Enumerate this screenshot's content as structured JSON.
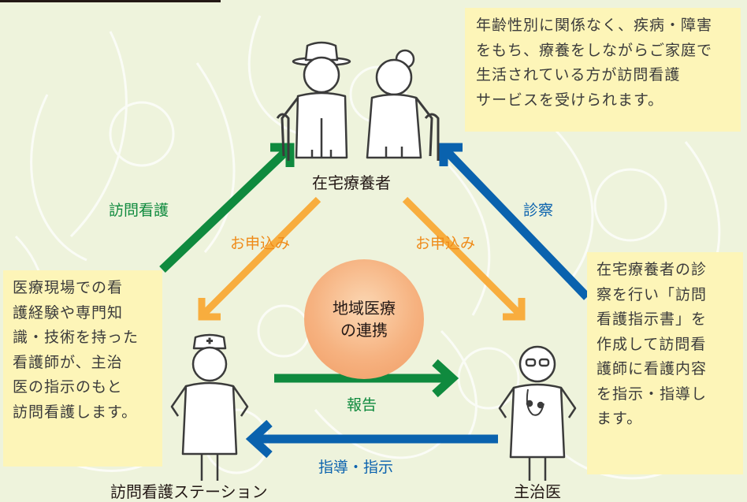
{
  "colors": {
    "background": "#eef3dc",
    "note_fill": "#fdf5b8",
    "green_arrow": "#0f8a3e",
    "blue_arrow": "#0a62ae",
    "orange_arrow": "#f8ad3e",
    "center_circle": "#f4a673"
  },
  "nodes": {
    "patient": "在宅療養者",
    "station": "訪問看護ステーション",
    "doctor": "主治医"
  },
  "center": {
    "line1": "地域医療",
    "line2": "の連携"
  },
  "edges": {
    "visit_nursing": "訪問看護",
    "examination": "診察",
    "apply_left": "お申込み",
    "apply_right": "お申込み",
    "report": "報告",
    "guidance": "指導・指示"
  },
  "notes": {
    "top_right": [
      "年齢性別に関係なく、疾病・障害",
      "をもち、療養をしながらご家庭で",
      "生活されている方が訪問看護",
      "サービスを受けられます。"
    ],
    "left": [
      "医療現場での看",
      "護経験や専門知",
      "識・技術を持った",
      "看護師が、主治",
      "医の指示のもと",
      "訪問看護します。"
    ],
    "right": [
      "在宅療養者の診",
      "察を行い「訪問",
      "看護指示書」を",
      "作成して訪問看",
      "護師に看護内容",
      "を指示・指導し",
      "ます。"
    ]
  },
  "icons": {
    "elderly_couple": "elderly-couple-icon",
    "nurse": "nurse-icon",
    "doctor": "doctor-icon"
  }
}
